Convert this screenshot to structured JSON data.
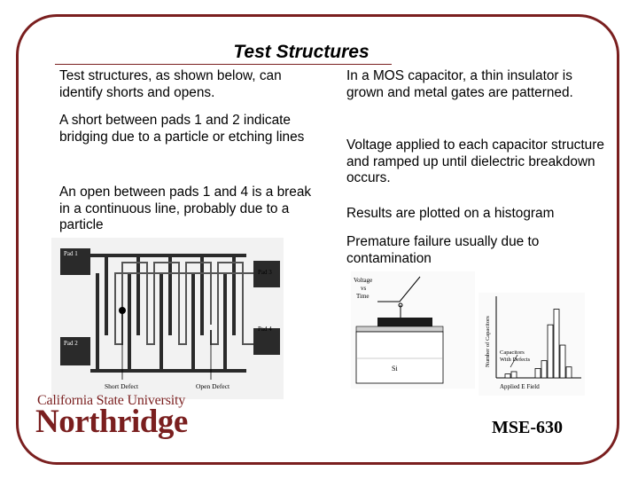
{
  "slide": {
    "title": "Test Structures",
    "left_column": [
      "Test structures, as shown below, can identify shorts and opens.",
      "A short between pads 1 and 2 indicate bridging due to a particle or etching lines",
      "An open between pads 1 and 4 is a break in a continuous line, probably due to a particle"
    ],
    "right_column": [
      "In a MOS capacitor, a thin insulator is grown and metal gates are patterned.",
      "Voltage applied to each capacitor structure and ramped up until dielectric breakdown occurs.",
      "Results are plotted on a histogram",
      "Premature failure usually due to contamination"
    ]
  },
  "test_structure_figure": {
    "pad_1": "Pad 1",
    "pad_2": "Pad 2",
    "pad_3": "Pad 3",
    "pad_4": "Pad 4",
    "short_defect": "Short Defect",
    "open_defect": "Open Defect"
  },
  "mos_figure": {
    "voltage_label_line1": "Voltage",
    "voltage_label_line2": "vs",
    "voltage_label_line3": "Time",
    "substrate_label": "Si"
  },
  "histogram_figure": {
    "y_label": "Number of Capacitors",
    "defects_label_line1": "Capacitors",
    "defects_label_line2": "With Defects",
    "x_label": "Applied E Field",
    "bar_heights_relative": [
      0.12,
      0.22,
      0.68,
      0.88,
      0.42,
      0.14
    ],
    "defect_bar_heights_relative": [
      0.05,
      0.08
    ]
  },
  "branding": {
    "university_line": "California State University",
    "university_name": "Northridge",
    "course_code": "MSE-630"
  },
  "colors": {
    "frame": "#7a1f1f",
    "logo": "#7a1f1f",
    "pad": "#2a2a2a"
  }
}
